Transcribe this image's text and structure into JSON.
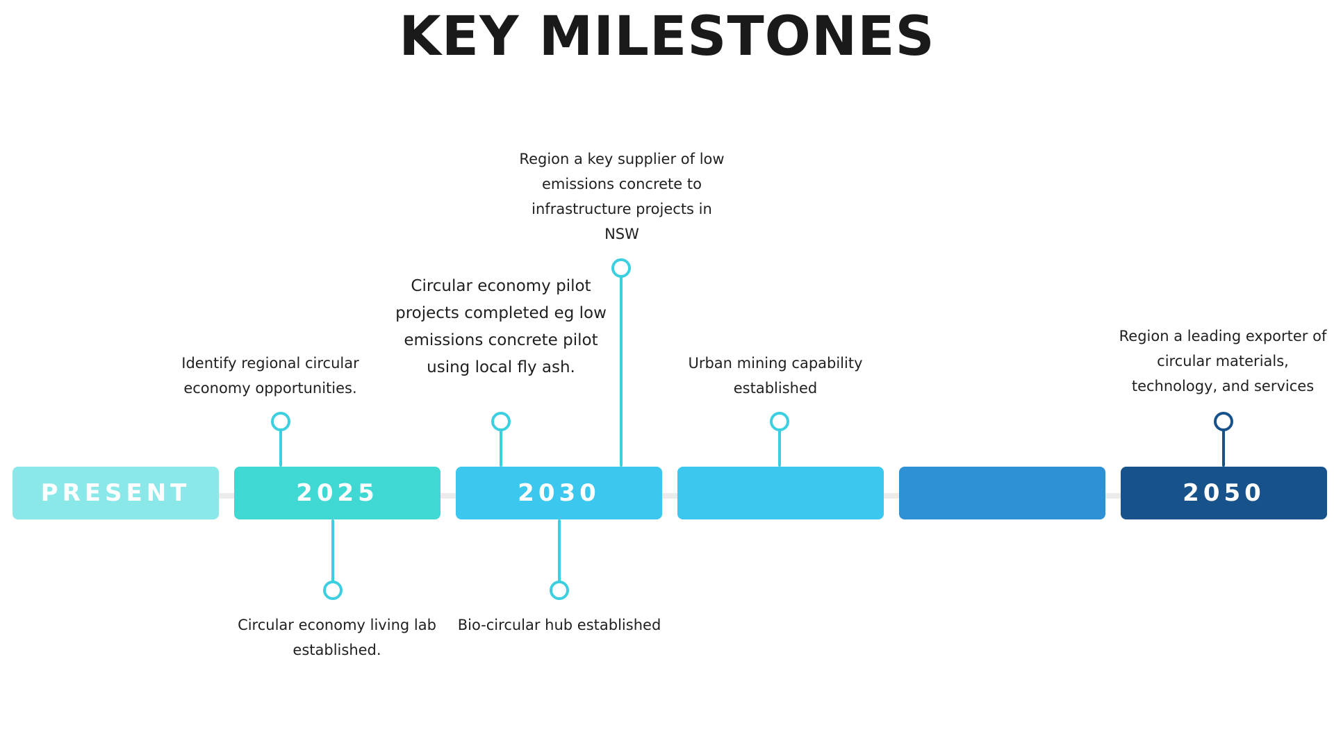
{
  "title": "KEY MILESTONES",
  "timeline": {
    "stages": [
      {
        "label": "PRESENT",
        "color": "#8ae8e8"
      },
      {
        "label": "2025",
        "color": "#3fd8d3"
      },
      {
        "label": "2030",
        "color": "#3cc7ee"
      },
      {
        "label": "",
        "color": "#3cc7ee"
      },
      {
        "label": "",
        "color": "#2e91d6"
      },
      {
        "label": "2050",
        "color": "#17528a"
      }
    ],
    "milestones_above": [
      {
        "text": "Identify regional circular economy opportunities.",
        "color": "#3ccfe0"
      },
      {
        "text": "Circular economy pilot projects completed eg low emissions concrete pilot using local fly ash.",
        "color": "#3ccfe0"
      },
      {
        "text": "Region a key supplier of low emissions concrete to infrastructure projects in NSW",
        "color": "#3ccfe0"
      },
      {
        "text": "Urban mining capability established",
        "color": "#3ccfe0"
      },
      {
        "text": "Region a leading exporter of circular materials, technology, and services",
        "color": "#17528a"
      }
    ],
    "milestones_below": [
      {
        "text": "Circular economy living lab established.",
        "color": "#3ccfe0"
      },
      {
        "text": "Bio-circular hub established",
        "color": "#3ccfe0"
      }
    ]
  }
}
